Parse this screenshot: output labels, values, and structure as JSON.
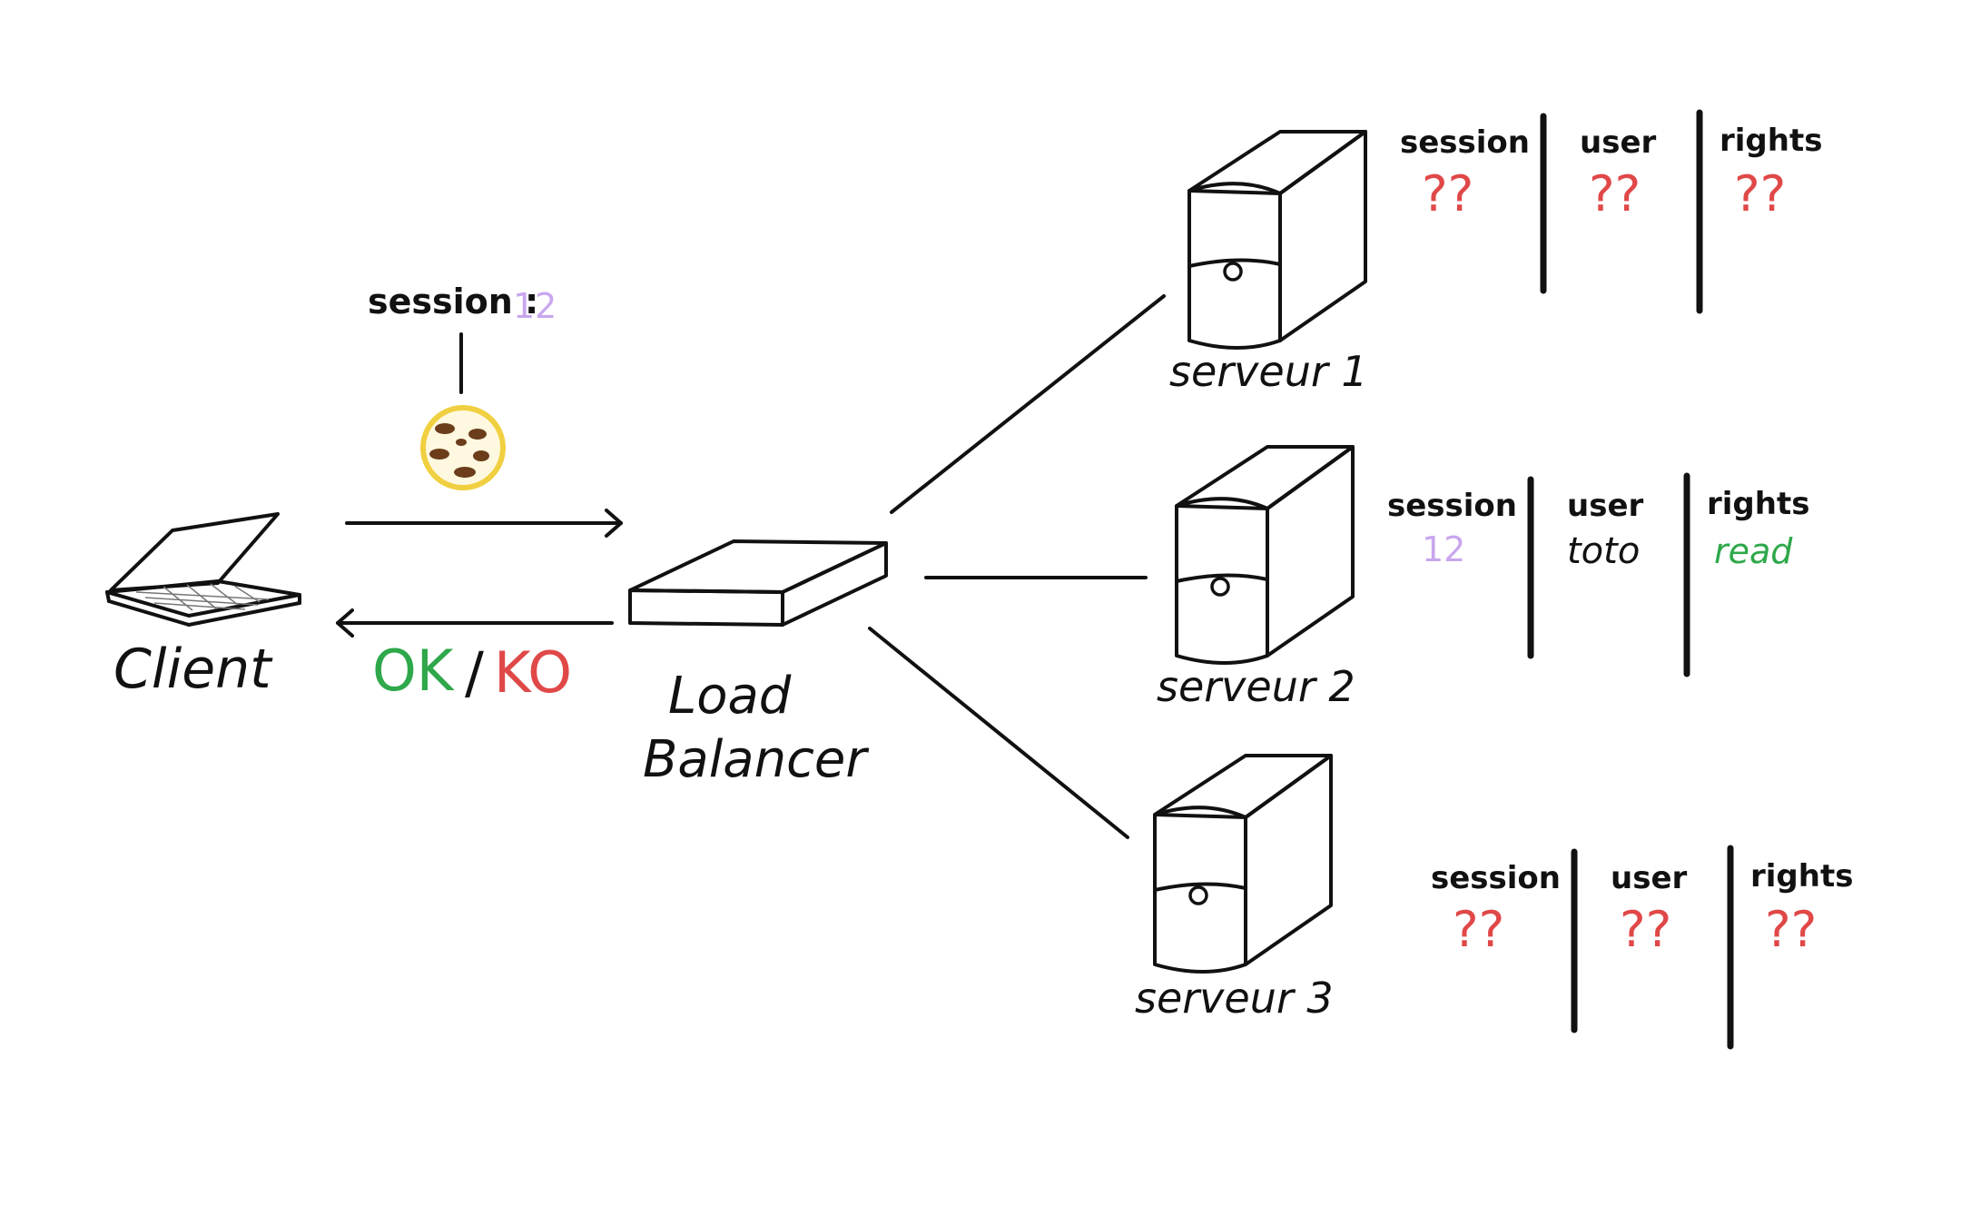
{
  "cookie": {
    "key_label": "session :",
    "key_value": "12",
    "icon": "cookie-icon"
  },
  "client": {
    "label": "Client",
    "icon": "laptop-icon"
  },
  "response": {
    "ok": "OK",
    "separator": "/",
    "ko": "KO"
  },
  "load_balancer": {
    "line1": "Load",
    "line2": "Balancer",
    "icon": "load-balancer-icon"
  },
  "servers": [
    {
      "name": "serveur 1",
      "icon": "server-icon",
      "columns": [
        {
          "header": "session",
          "value": "??"
        },
        {
          "header": "user",
          "value": "??"
        },
        {
          "header": "rights",
          "value": "??"
        }
      ]
    },
    {
      "name": "serveur 2",
      "icon": "server-icon",
      "columns": [
        {
          "header": "session",
          "value": "12"
        },
        {
          "header": "user",
          "value": "toto"
        },
        {
          "header": "rights",
          "value": "read"
        }
      ]
    },
    {
      "name": "serveur 3",
      "icon": "server-icon",
      "columns": [
        {
          "header": "session",
          "value": "??"
        },
        {
          "header": "user",
          "value": "??"
        },
        {
          "header": "rights",
          "value": "??"
        }
      ]
    }
  ],
  "colors": {
    "ink": "#111111",
    "ok": "#2ea84a",
    "ko": "#e04848",
    "unknown": "#e04848",
    "session_value": "#c9a6ee",
    "read": "#2ea84a",
    "cookie_rim": "#f0d040",
    "cookie_chip": "#6b3d1a"
  }
}
